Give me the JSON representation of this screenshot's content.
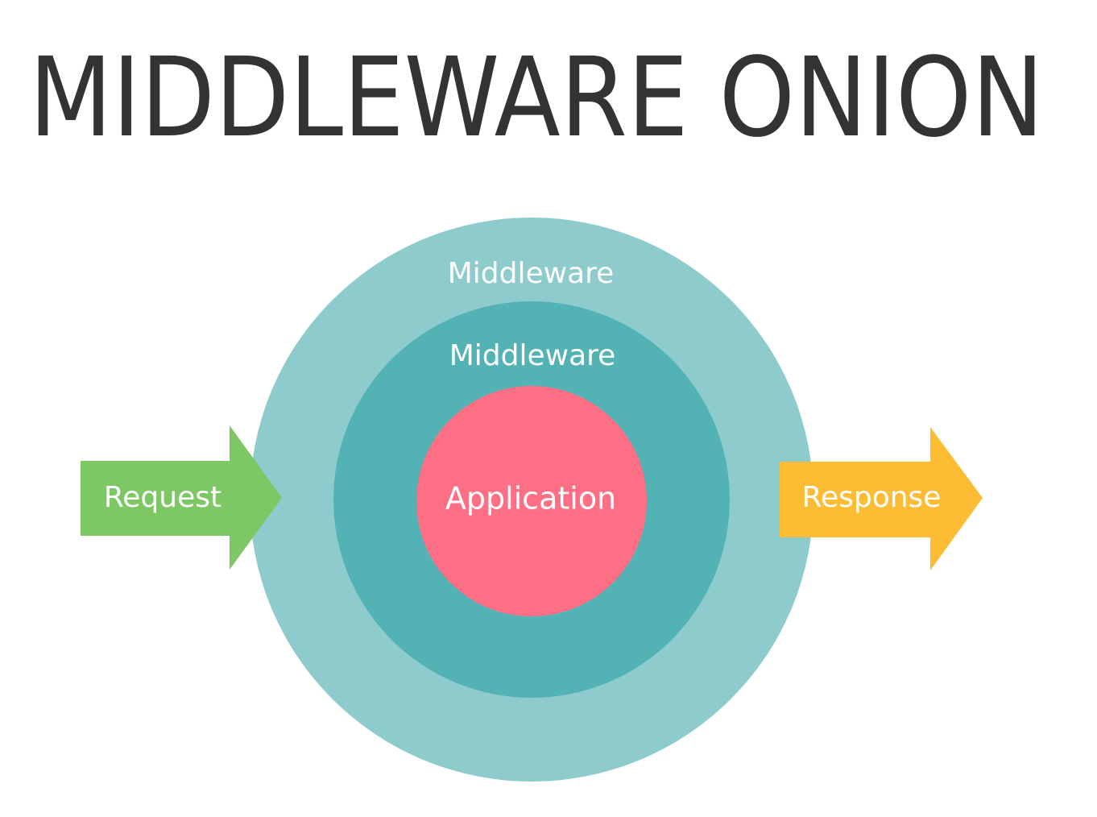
{
  "title": "MIDDLEWARE ONION",
  "layers": {
    "outer": {
      "label": "Middleware",
      "color": "#8ecbcc"
    },
    "middle": {
      "label": "Middleware",
      "color": "#52b2b4"
    },
    "core": {
      "label": "Application",
      "color": "#fd6f85"
    }
  },
  "request": {
    "label": "Request",
    "color": "#7dc864"
  },
  "response": {
    "label": "Response",
    "color": "#fcbc33"
  }
}
